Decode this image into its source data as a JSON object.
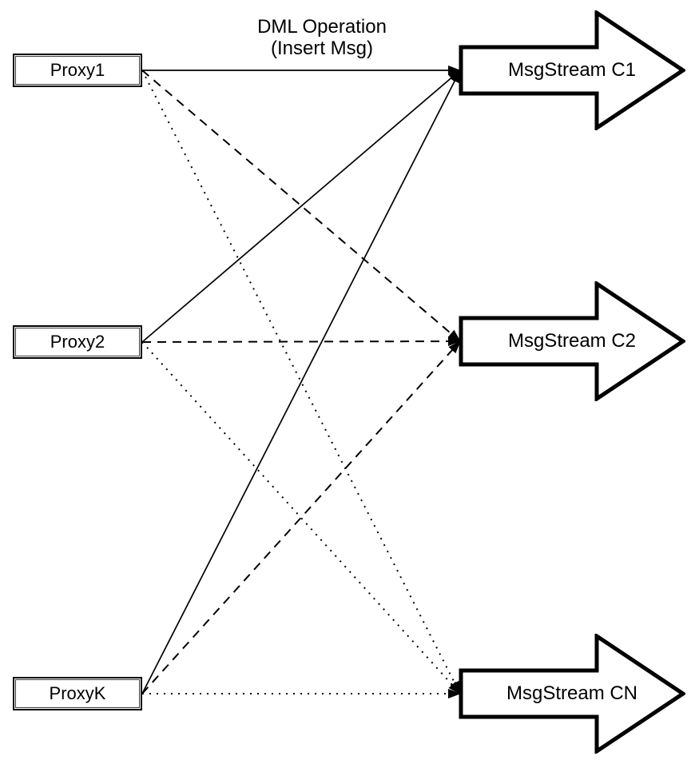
{
  "title": {
    "line1": "DML Operation",
    "line2": "(Insert Msg)"
  },
  "nodes": {
    "proxies": [
      {
        "id": "proxy1",
        "label": "Proxy1"
      },
      {
        "id": "proxy2",
        "label": "Proxy2"
      },
      {
        "id": "proxyk",
        "label": "ProxyK"
      }
    ],
    "streams": [
      {
        "id": "c1",
        "label": "MsgStream C1"
      },
      {
        "id": "c2",
        "label": "MsgStream C2"
      },
      {
        "id": "cn",
        "label": "MsgStream CN"
      }
    ]
  },
  "edges": [
    {
      "from": "proxy1",
      "to": "c1",
      "style": "solid"
    },
    {
      "from": "proxy1",
      "to": "c2",
      "style": "dashed"
    },
    {
      "from": "proxy1",
      "to": "cn",
      "style": "dotted"
    },
    {
      "from": "proxy2",
      "to": "c1",
      "style": "solid"
    },
    {
      "from": "proxy2",
      "to": "c2",
      "style": "dashed"
    },
    {
      "from": "proxy2",
      "to": "cn",
      "style": "dotted"
    },
    {
      "from": "proxyk",
      "to": "c1",
      "style": "solid"
    },
    {
      "from": "proxyk",
      "to": "c2",
      "style": "dashed"
    },
    {
      "from": "proxyk",
      "to": "cn",
      "style": "dotted"
    }
  ],
  "colors": {
    "line": "#000000",
    "shape_fill": "#ffffff",
    "shape_border": "#000000",
    "background": "#ffffff"
  }
}
